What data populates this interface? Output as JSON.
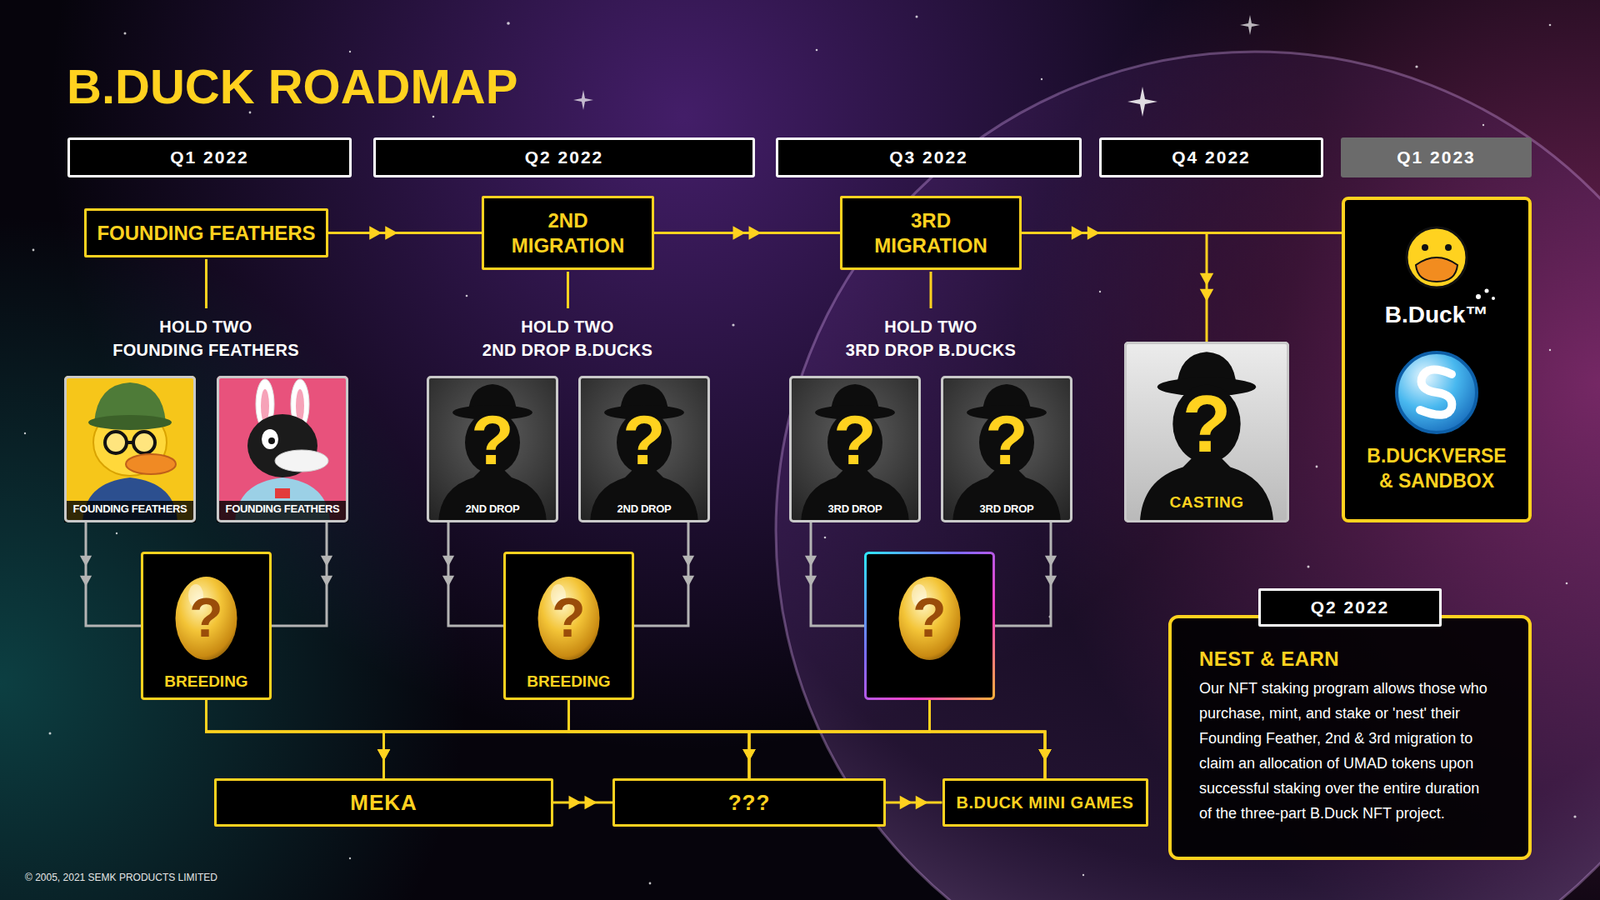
{
  "diagram": {
    "title": "B.DUCK ROADMAP",
    "nodes": [
      {
        "text": [
          "Q1 2022"
        ]
      },
      {
        "text": [
          "Q2 2022"
        ]
      },
      {
        "text": [
          "Q3 2022"
        ]
      },
      {
        "text": [
          "Q4 2022"
        ]
      },
      {
        "text": [
          "Q1 2023"
        ]
      },
      {
        "text": [
          "FOUNDING FEATHERS"
        ]
      },
      {
        "text": [
          "2ND MIGRATION"
        ]
      },
      {
        "text": [
          "3RD MIGRATION"
        ]
      },
      {
        "text": [
          "B.Duck™",
          "B.DUCKVERSE & SANDBOX"
        ]
      },
      {
        "text": [
          "FOUNDING FEATHERS"
        ]
      },
      {
        "text": [
          "FOUNDING FEATHERS"
        ]
      },
      {
        "text": [
          "?",
          "2ND DROP"
        ]
      },
      {
        "text": [
          "?",
          "2ND DROP"
        ]
      },
      {
        "text": [
          "?",
          "3RD DROP"
        ]
      },
      {
        "text": [
          "?",
          "3RD DROP"
        ]
      },
      {
        "text": [
          "?",
          "CASTING"
        ]
      },
      {
        "text": [
          "?",
          "BREEDING"
        ]
      },
      {
        "text": [
          "?",
          "BREEDING"
        ]
      },
      {
        "text": [
          "?"
        ]
      },
      {
        "text": [
          "MEKA"
        ]
      },
      {
        "text": [
          "???"
        ]
      },
      {
        "text": [
          "B.DUCK MINI GAMES"
        ]
      },
      {
        "text": [
          "Q2 2022",
          "NEST & EARN",
          "Our NFT staking program allows those who purchase, mint, and stake or 'nest' their Founding Feather, 2nd & 3rd migration to claim an allocation of UMAD tokens upon successful staking over the entire duration of the three-part B.Duck NFT project."
        ]
      }
    ],
    "edges": [
      {
        "from": 5,
        "to": 6,
        "arrow": "to"
      },
      {
        "from": 6,
        "to": 7,
        "arrow": "to"
      },
      {
        "from": 7,
        "to": 8,
        "arrow": "to"
      },
      {
        "from": 7,
        "to": 15,
        "arrow": "to"
      },
      {
        "from": 9,
        "to": 16,
        "arrow": "to"
      },
      {
        "from": 10,
        "to": 16,
        "arrow": "to"
      },
      {
        "from": 11,
        "to": 17,
        "arrow": "to"
      },
      {
        "from": 12,
        "to": 17,
        "arrow": "to"
      },
      {
        "from": 13,
        "to": 18,
        "arrow": "to"
      },
      {
        "from": 14,
        "to": 18,
        "arrow": "to"
      },
      {
        "from": 16,
        "to": 19,
        "arrow": "to"
      },
      {
        "from": 16,
        "to": 20,
        "arrow": "to"
      },
      {
        "from": 16,
        "to": 21,
        "arrow": "to"
      },
      {
        "from": 17,
        "to": 19,
        "arrow": "to"
      },
      {
        "from": 17,
        "to": 20,
        "arrow": "to"
      },
      {
        "from": 17,
        "to": 21,
        "arrow": "to"
      },
      {
        "from": 18,
        "to": 19,
        "arrow": "to"
      },
      {
        "from": 18,
        "to": 20,
        "arrow": "to"
      },
      {
        "from": 18,
        "to": 21,
        "arrow": "to"
      },
      {
        "from": 19,
        "to": 20,
        "arrow": "to"
      },
      {
        "from": 20,
        "to": 21,
        "arrow": "to"
      }
    ],
    "labels": [
      "HOLD TWO FOUNDING FEATHERS",
      "HOLD TWO 2ND DROP B.DUCKS",
      "HOLD TWO 3RD DROP B.DUCKS",
      "© 2005, 2021 SEMK PRODUCTS LIMITED"
    ]
  }
}
